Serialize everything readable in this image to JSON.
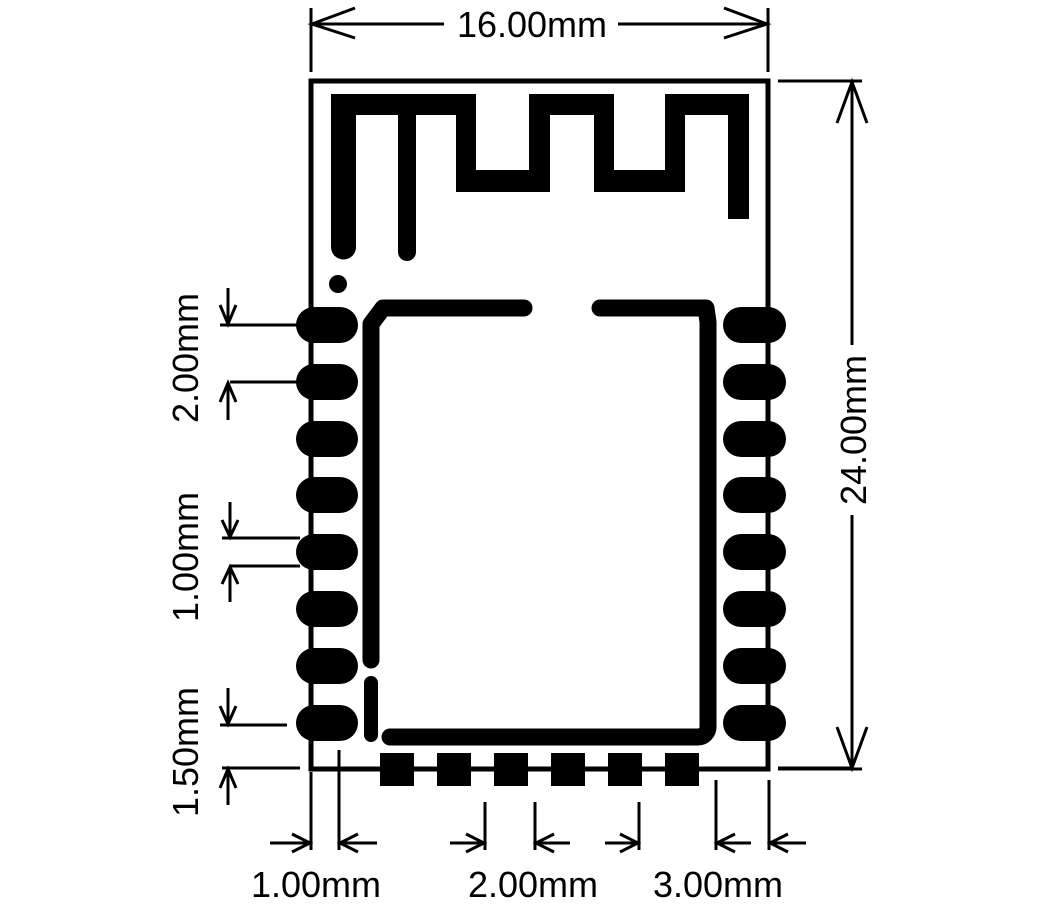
{
  "diagram": {
    "type": "pcb-module-footprint",
    "colors": {
      "ink": "#000000",
      "background": "#ffffff"
    },
    "dimensions": {
      "width": "16.00mm",
      "height": "24.00mm",
      "side_pad_pitch": "2.00mm",
      "side_pad_width": "1.00mm",
      "bottom_margin": "1.50mm",
      "bottom_left_offset": "1.00mm",
      "bottom_pad_pitch": "2.00mm",
      "bottom_right_offset": "3.00mm"
    },
    "pads": {
      "left_count": 8,
      "right_count": 8,
      "bottom_count": 6
    }
  }
}
